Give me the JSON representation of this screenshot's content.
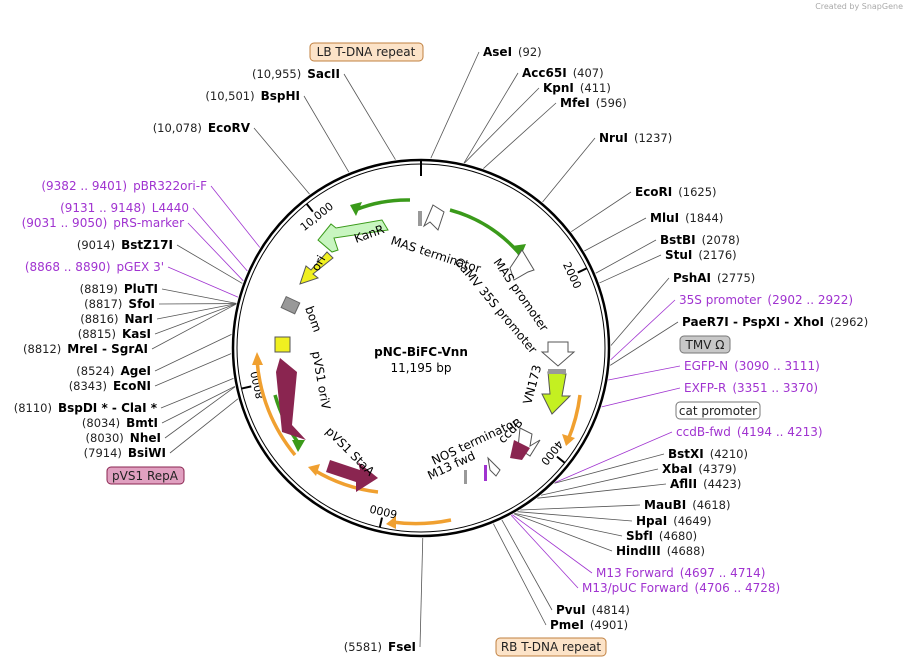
{
  "credit": "Created by SnapGene",
  "title": "pNC-BiFC-Vnn",
  "length": "11,195 bp",
  "total_bp": 11195,
  "colors": {
    "backbone": "#000",
    "primer": "#a033d0",
    "orange": "#f0a030",
    "green": "#3a9a1a",
    "maroon": "#8a2550",
    "yellow": "#f0f020",
    "lightgreen": "#c8f5c0"
  },
  "ticks": [
    {
      "bp": 2000,
      "label": "2000"
    },
    {
      "bp": 4000,
      "label": "4000"
    },
    {
      "bp": 6000,
      "label": "6000"
    },
    {
      "bp": 8000,
      "label": "8000"
    },
    {
      "bp": 10000,
      "label": "10,000"
    }
  ],
  "enzymes_right": [
    {
      "name": "AseI",
      "pos": "(92)"
    },
    {
      "name": "Acc65I",
      "pos": "(407)"
    },
    {
      "name": "KpnI",
      "pos": "(411)"
    },
    {
      "name": "MfeI",
      "pos": "(596)"
    },
    {
      "name": "NruI",
      "pos": "(1237)"
    },
    {
      "name": "EcoRI",
      "pos": "(1625)"
    },
    {
      "name": "MluI",
      "pos": "(1844)"
    },
    {
      "name": "BstBI",
      "pos": "(2078)"
    },
    {
      "name": "StuI",
      "pos": "(2176)"
    },
    {
      "name": "PshAI",
      "pos": "(2775)"
    },
    {
      "name": "PaeR7I - PspXI - XhoI",
      "pos": "(2962)"
    },
    {
      "name": "BstXI",
      "pos": "(4210)"
    },
    {
      "name": "XbaI",
      "pos": "(4379)"
    },
    {
      "name": "AflII",
      "pos": "(4423)"
    },
    {
      "name": "MauBI",
      "pos": "(4618)"
    },
    {
      "name": "HpaI",
      "pos": "(4649)"
    },
    {
      "name": "SbfI",
      "pos": "(4680)"
    },
    {
      "name": "HindIII",
      "pos": "(4688)"
    },
    {
      "name": "PvuI",
      "pos": "(4814)"
    },
    {
      "name": "PmeI",
      "pos": "(4901)"
    }
  ],
  "enzymes_left": [
    {
      "name": "SacII",
      "pos": "(10,955)"
    },
    {
      "name": "BspHI",
      "pos": "(10,501)"
    },
    {
      "name": "EcoRV",
      "pos": "(10,078)"
    },
    {
      "name": "BstZ17I",
      "pos": "(9014)"
    },
    {
      "name": "PluTI",
      "pos": "(8819)"
    },
    {
      "name": "SfoI",
      "pos": "(8817)"
    },
    {
      "name": "NarI",
      "pos": "(8816)"
    },
    {
      "name": "KasI",
      "pos": "(8815)"
    },
    {
      "name": "MreI - SgrAI",
      "pos": "(8812)"
    },
    {
      "name": "AgeI",
      "pos": "(8524)"
    },
    {
      "name": "EcoNI",
      "pos": "(8343)"
    },
    {
      "name": "BspDI * - ClaI *",
      "pos": "(8110)"
    },
    {
      "name": "BmtI",
      "pos": "(8034)"
    },
    {
      "name": "NheI",
      "pos": "(8030)"
    },
    {
      "name": "BsiWI",
      "pos": "(7914)"
    },
    {
      "name": "FseI",
      "pos": "(5581)"
    }
  ],
  "primers_right": [
    {
      "name": "35S promoter",
      "range": "(2902 .. 2922)"
    },
    {
      "name": "EGFP-N",
      "range": "(3090 .. 3111)"
    },
    {
      "name": "EXFP-R",
      "range": "(3351 .. 3370)"
    },
    {
      "name": "ccdB-fwd",
      "range": "(4194 .. 4213)"
    },
    {
      "name": "M13 Forward",
      "range": "(4697 .. 4714)"
    },
    {
      "name": "M13/pUC Forward",
      "range": "(4706 .. 4728)"
    }
  ],
  "primers_left": [
    {
      "name": "pBR322ori-F",
      "range": "(9382 .. 9401)"
    },
    {
      "name": "L4440",
      "range": "(9131 .. 9148)"
    },
    {
      "name": "pRS-marker",
      "range": "(9031 .. 9050)"
    },
    {
      "name": "pGEX 3'",
      "range": "(8868 .. 8890)"
    }
  ],
  "boxed_features": [
    {
      "name": "LB T-DNA repeat"
    },
    {
      "name": "TMV Ω"
    },
    {
      "name": "cat promoter"
    },
    {
      "name": "RB T-DNA repeat"
    },
    {
      "name": "pVS1 RepA"
    }
  ],
  "inner_features": {
    "kanr": "KanR",
    "ori": "ori",
    "bom": "bom",
    "mas_term": "MAS terminator",
    "mas_prom": "MAS promoter",
    "camv": "CaMV 35S promoter",
    "vn173": "VN173",
    "ccdb": "ccdB",
    "nos_term": "NOS terminator",
    "m13fwd": "M13 fwd",
    "pvs1_ori": "pVS1 oriV",
    "pvs1_staa": "pVS1 StaA"
  }
}
